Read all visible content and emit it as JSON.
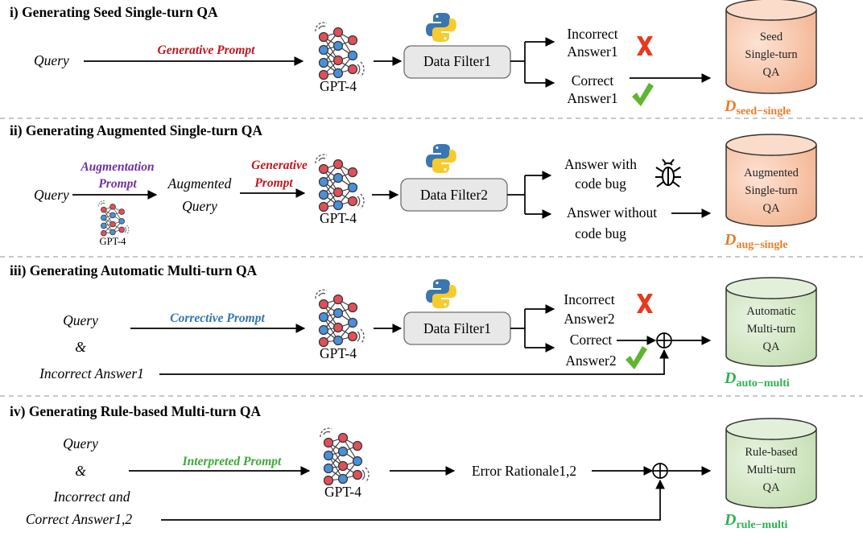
{
  "colors": {
    "generative": "#c0171f",
    "augmentation": "#7030a0",
    "corrective": "#2e75b6",
    "interpreted": "#3aaa35",
    "seed_dataset": "#ee7b26",
    "auto_dataset": "#2eb24f",
    "wrong_mark": "#e8381e",
    "check_mark": "#5eb530",
    "filter_fill": "#e8e8e8",
    "cyl_peach": "#f7c8ad",
    "cyl_green": "#d5e8c6"
  },
  "icons": [
    "neural-network-icon",
    "python-logo-icon",
    "cross-mark-icon",
    "check-mark-icon",
    "bug-icon",
    "database-cylinder-icon",
    "oplus-icon",
    "arrow-icon"
  ],
  "sections": [
    {
      "title": "i) Generating Seed Single-turn QA",
      "inputs": [
        "Query"
      ],
      "prompt": "Generative Prompt",
      "model": "GPT-4",
      "filter": "Data Filter1",
      "outcome_top": [
        "Incorrect",
        "Answer1"
      ],
      "outcome_bottom": [
        "Correct",
        "Answer1"
      ],
      "dataset_label": [
        "Seed",
        "Single-turn",
        "QA"
      ],
      "dataset_symbol": "D",
      "dataset_subscript": "seed−single"
    },
    {
      "title": "ii) Generating Augmented Single-turn QA",
      "inputs": [
        "Query"
      ],
      "pre_prompt": [
        "Augmentation",
        "Prompt"
      ],
      "pre_model": "GPT-4",
      "intermediate": [
        "Augmented",
        "Query"
      ],
      "prompt": [
        "Generative",
        "Prompt"
      ],
      "model": "GPT-4",
      "filter": "Data Filter2",
      "outcome_top": [
        "Answer with",
        "code bug"
      ],
      "outcome_bottom": [
        "Answer without",
        "code bug"
      ],
      "dataset_label": [
        "Augmented",
        "Single-turn",
        "QA"
      ],
      "dataset_symbol": "D",
      "dataset_subscript": "aug−single"
    },
    {
      "title": "iii) Generating Automatic Multi-turn QA",
      "inputs": [
        "Query",
        "&",
        "Incorrect Answer1"
      ],
      "prompt": "Corrective Prompt",
      "model": "GPT-4",
      "filter": "Data Filter1",
      "outcome_top": [
        "Incorrect",
        "Answer2"
      ],
      "outcome_bottom": [
        "Correct",
        "Answer2"
      ],
      "dataset_label": [
        "Automatic",
        "Multi-turn",
        "QA"
      ],
      "dataset_symbol": "D",
      "dataset_subscript": "auto−multi"
    },
    {
      "title": "iv) Generating Rule-based Multi-turn QA",
      "inputs": [
        "Query",
        "&",
        "Incorrect and",
        "Correct Answer1,2"
      ],
      "prompt": "Interpreted Prompt",
      "model": "GPT-4",
      "output": "Error Rationale1,2",
      "dataset_label": [
        "Rule-based",
        "Multi-turn",
        "QA"
      ],
      "dataset_symbol": "D",
      "dataset_subscript": "rule−multi"
    }
  ]
}
